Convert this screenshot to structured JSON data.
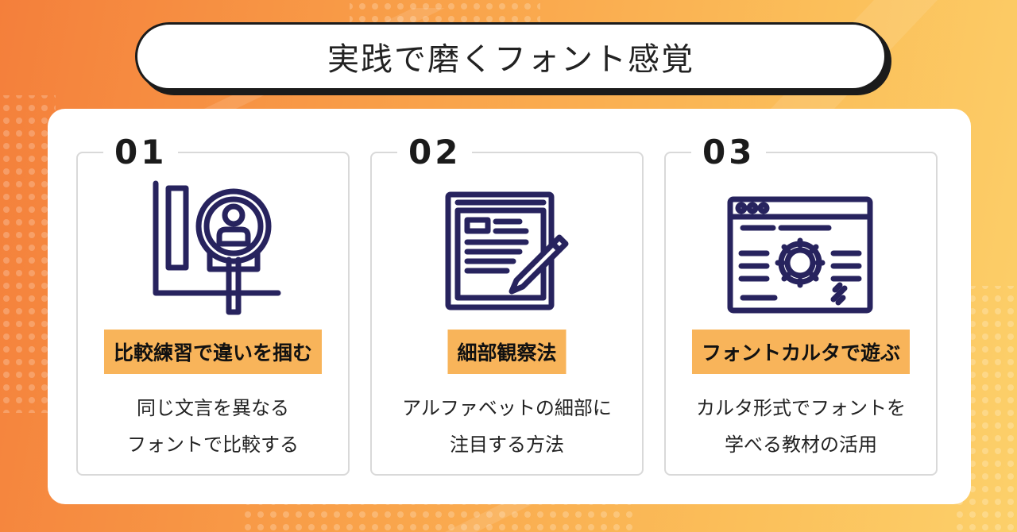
{
  "title": "実践で磨くフォント感覚",
  "cards": [
    {
      "number": "01",
      "icon": "magnifier-person-chart-icon",
      "label": "比較練習で違いを掴む",
      "desc_lines": [
        "同じ文言を異なる",
        "フォントで比較する"
      ]
    },
    {
      "number": "02",
      "icon": "document-pencil-icon",
      "label": "細部観察法",
      "desc_lines": [
        "アルファベットの細部に",
        "注目する方法"
      ]
    },
    {
      "number": "03",
      "icon": "browser-gear-settings-icon",
      "label": "フォントカルタで遊ぶ",
      "desc_lines": [
        "カルタ形式でフォントを",
        "学べる教材の活用"
      ]
    }
  ],
  "colors": {
    "accent": "#f8b45a",
    "icon_navy": "#27235e",
    "bg_orange": "#f47f3b",
    "bg_yellow": "#fcd06a"
  }
}
